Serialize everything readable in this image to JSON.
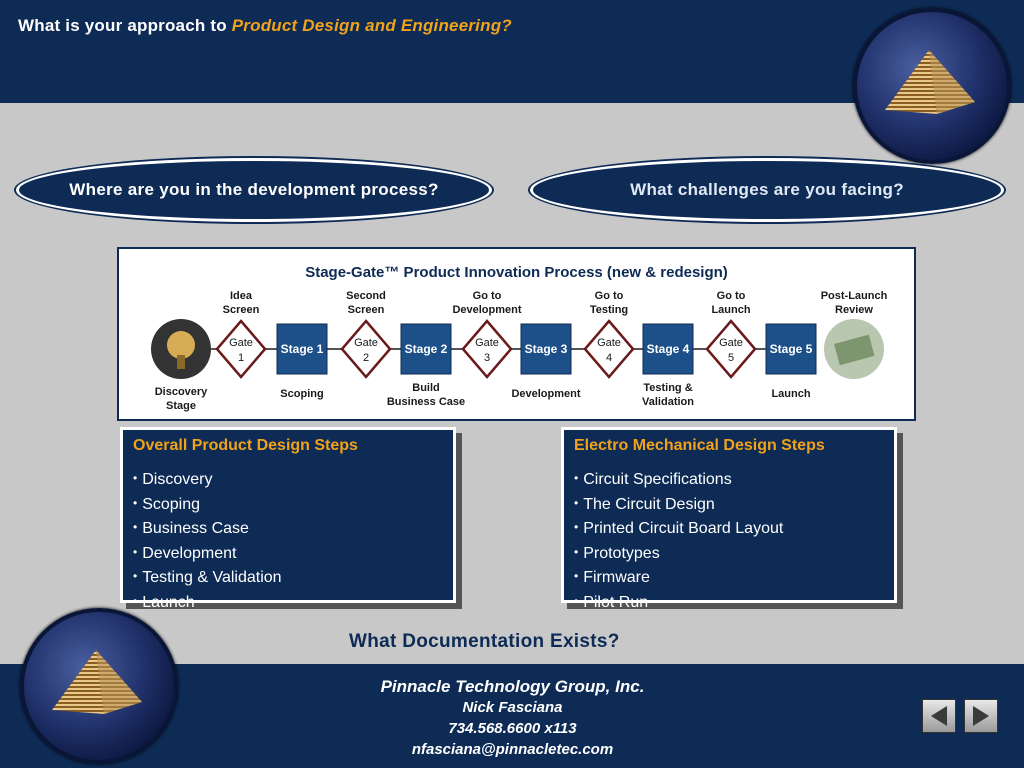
{
  "header": {
    "title_prefix": "What is your approach to ",
    "title_accent": "Product Design and Engineering",
    "title_suffix": "?"
  },
  "questions": {
    "left": "Where are you in the development process?",
    "right": "What challenges are you facing?"
  },
  "diagram": {
    "title": "Stage-Gate™ Product Innovation Process (new & redesign)",
    "gates": [
      {
        "label": "Gate",
        "num": "1",
        "above": [
          "Idea",
          "Screen"
        ]
      },
      {
        "label": "Gate",
        "num": "2",
        "above": [
          "Second",
          "Screen"
        ]
      },
      {
        "label": "Gate",
        "num": "3",
        "above": [
          "Go to",
          "Development"
        ]
      },
      {
        "label": "Gate",
        "num": "4",
        "above": [
          "Go to",
          "Testing"
        ]
      },
      {
        "label": "Gate",
        "num": "5",
        "above": [
          "Go to",
          "Launch"
        ]
      }
    ],
    "stages": [
      {
        "label": "Stage 1",
        "below": [
          "Scoping"
        ]
      },
      {
        "label": "Stage 2",
        "below": [
          "Build",
          "Business Case"
        ]
      },
      {
        "label": "Stage 3",
        "below": [
          "Development"
        ]
      },
      {
        "label": "Stage 4",
        "below": [
          "Testing &",
          "Validation"
        ]
      },
      {
        "label": "Stage 5",
        "below": [
          "Launch"
        ]
      }
    ],
    "discovery": [
      "Discovery",
      "Stage"
    ],
    "post_launch": [
      "Post-Launch",
      "Review"
    ]
  },
  "overall_steps": {
    "title": "Overall Product Design Steps",
    "items": [
      "Discovery",
      "Scoping",
      "Business Case",
      "Development",
      "Testing & Validation",
      "Launch"
    ]
  },
  "electro_steps": {
    "title": "Electro Mechanical Design Steps",
    "items": [
      "Circuit Specifications",
      "The Circuit Design",
      "Printed Circuit Board Layout",
      "Prototypes",
      "Firmware",
      "Pilot Run"
    ]
  },
  "documentation_question": "What Documentation Exists?",
  "contact": {
    "company": "Pinnacle Technology Group, Inc.",
    "name": "Nick Fasciana",
    "phone": "734.568.6600 x113",
    "email": "nfasciana@pinnacletec.com"
  },
  "icons": {
    "logo": "pyramid-icon",
    "prev": "triangle-left-icon",
    "next": "triangle-right-icon",
    "bullet": "•"
  },
  "colors": {
    "navy": "#0e2b55",
    "accent": "#f0a21a",
    "background": "#c8c8c8"
  }
}
